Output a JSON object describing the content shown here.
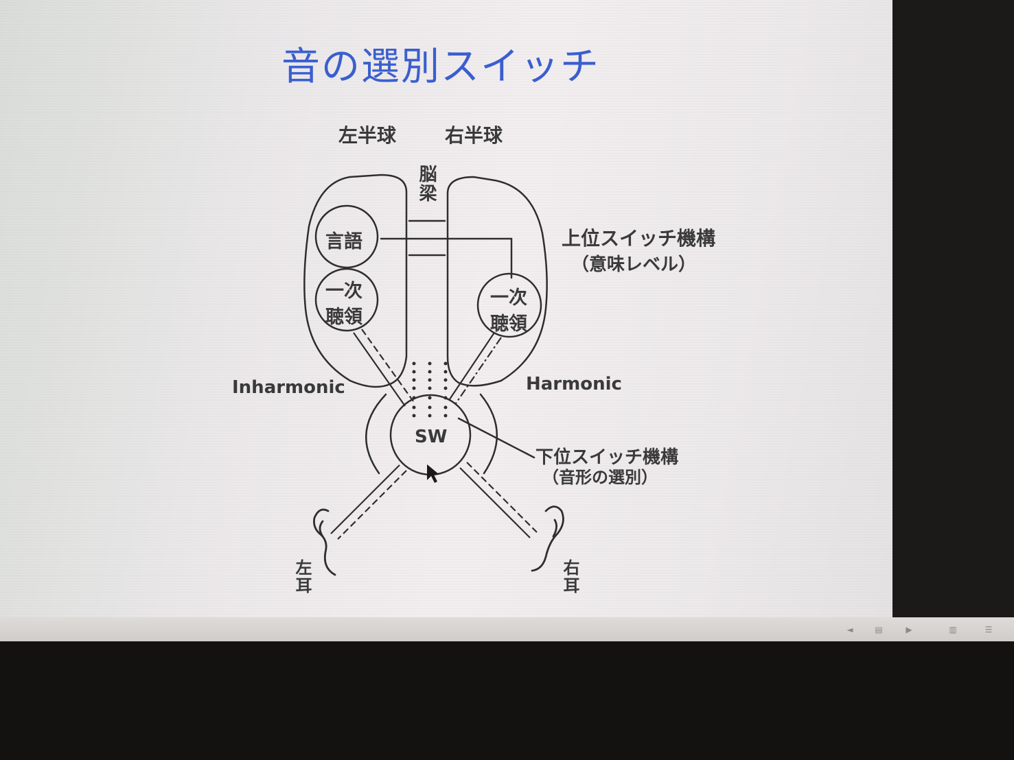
{
  "slide": {
    "title": "音の選別スイッチ",
    "left_hemisphere": "左半球",
    "right_hemisphere": "右半球",
    "corpus_callosum": "脳梁",
    "language": "言語",
    "primary_auditory_left": [
      "一次",
      "聴領"
    ],
    "primary_auditory_right": [
      "一次",
      "聴領"
    ],
    "upper_switch": "上位スイッチ機構",
    "upper_switch_sub": "（意味レベル）",
    "inharmonic": "Inharmonic",
    "harmonic": "Harmonic",
    "sw": "SW",
    "lower_switch": "下位スイッチ機構",
    "lower_switch_sub": "（音形の選別）",
    "left_ear": "左耳",
    "right_ear": "右耳"
  },
  "status_bar": {
    "icons": [
      "prev-icon",
      "notes-icon",
      "play-icon",
      "slide-sorter-icon",
      "reading-view-icon"
    ]
  }
}
